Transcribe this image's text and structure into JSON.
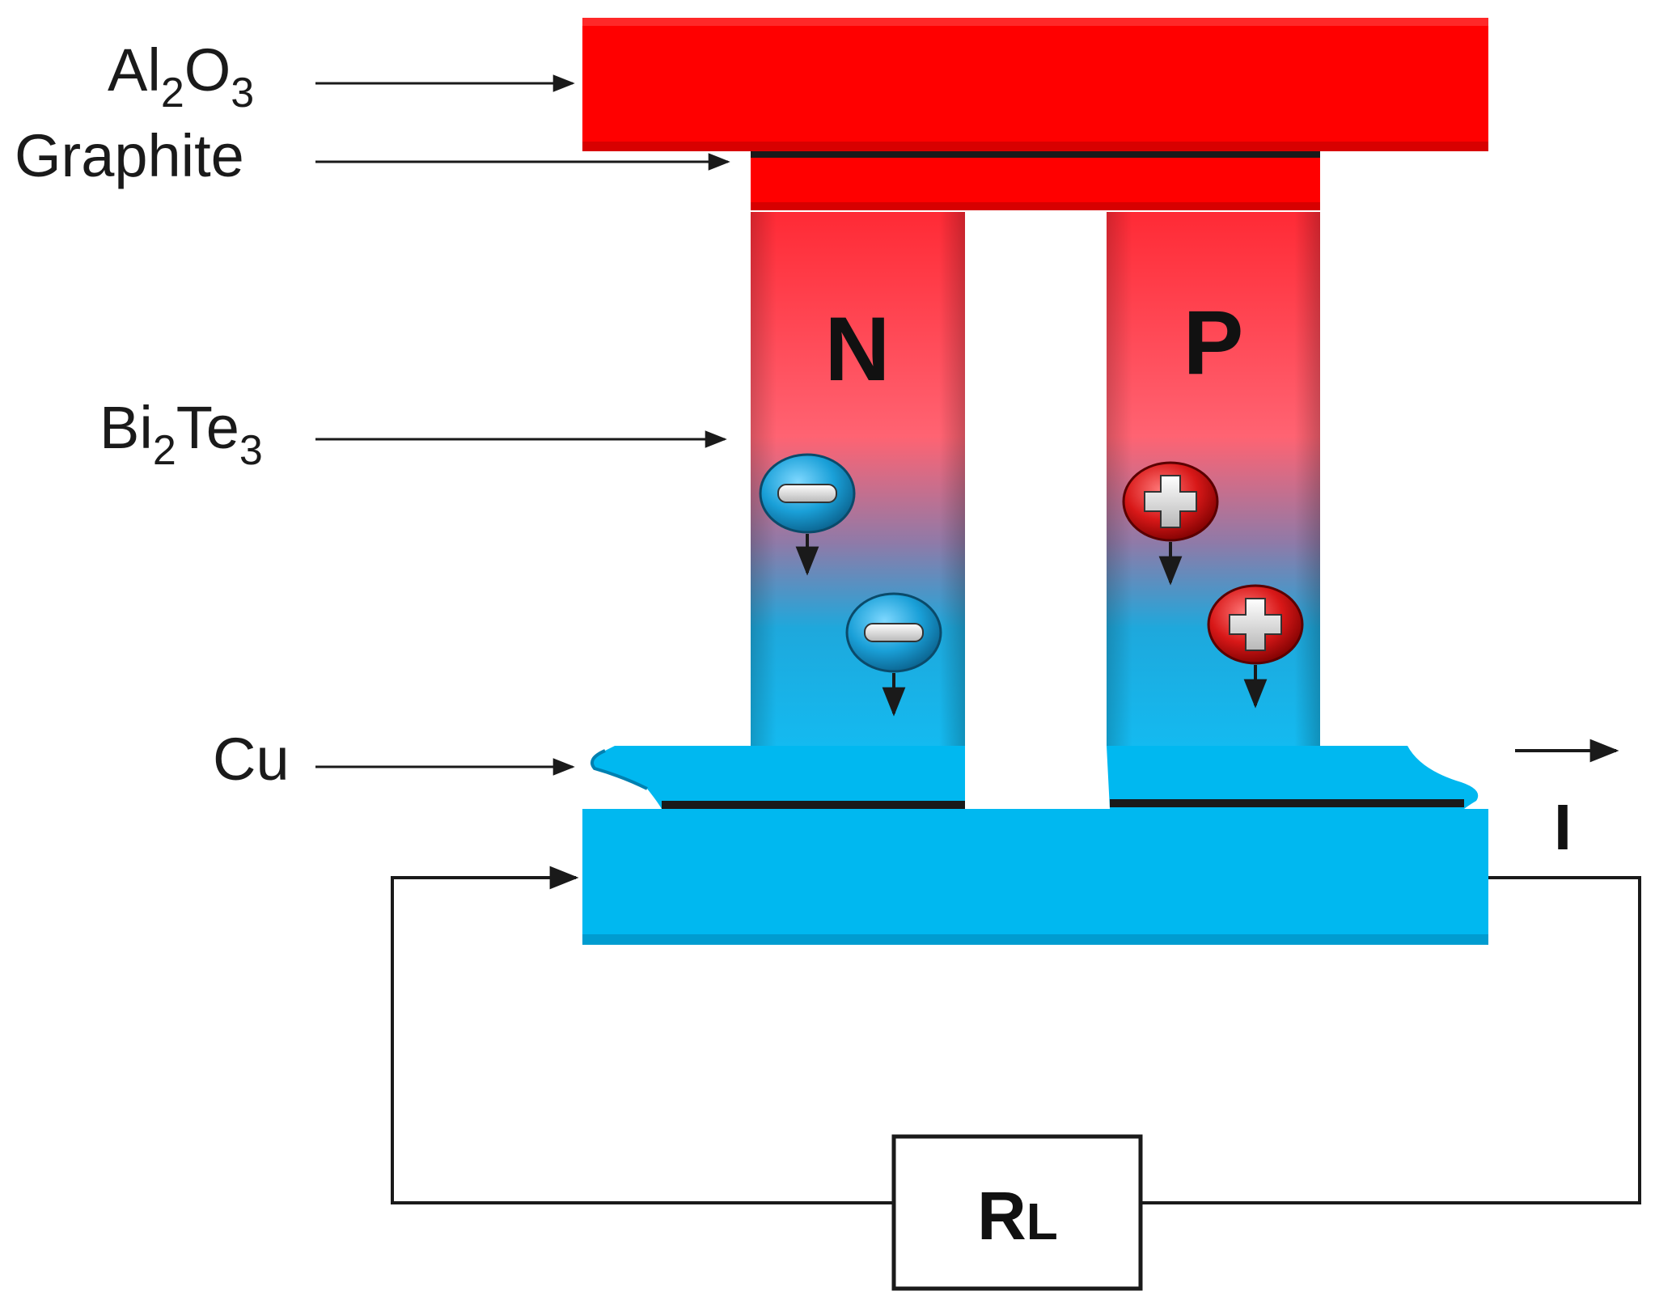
{
  "labels": {
    "al2o3": {
      "base": "Al",
      "sub1": "2",
      "mid": "O",
      "sub2": "3"
    },
    "graphite": "Graphite",
    "bi2te3": {
      "base": "Bi",
      "sub1": "2",
      "mid": "Te",
      "sub2": "3"
    },
    "cu": "Cu"
  },
  "legs": {
    "n": "N",
    "p": "P"
  },
  "current_label": "I",
  "load_resistor": {
    "base": "R",
    "sub": "L"
  },
  "colors": {
    "hot": "#ff0000",
    "cold": "#00b8f0",
    "electron": "#1aa0d8",
    "hole": "#d81818",
    "contact_line": "#1a1a1a",
    "wire": "#1a1a1a"
  },
  "icons": {
    "electron": "minus-icon",
    "hole": "plus-icon"
  }
}
